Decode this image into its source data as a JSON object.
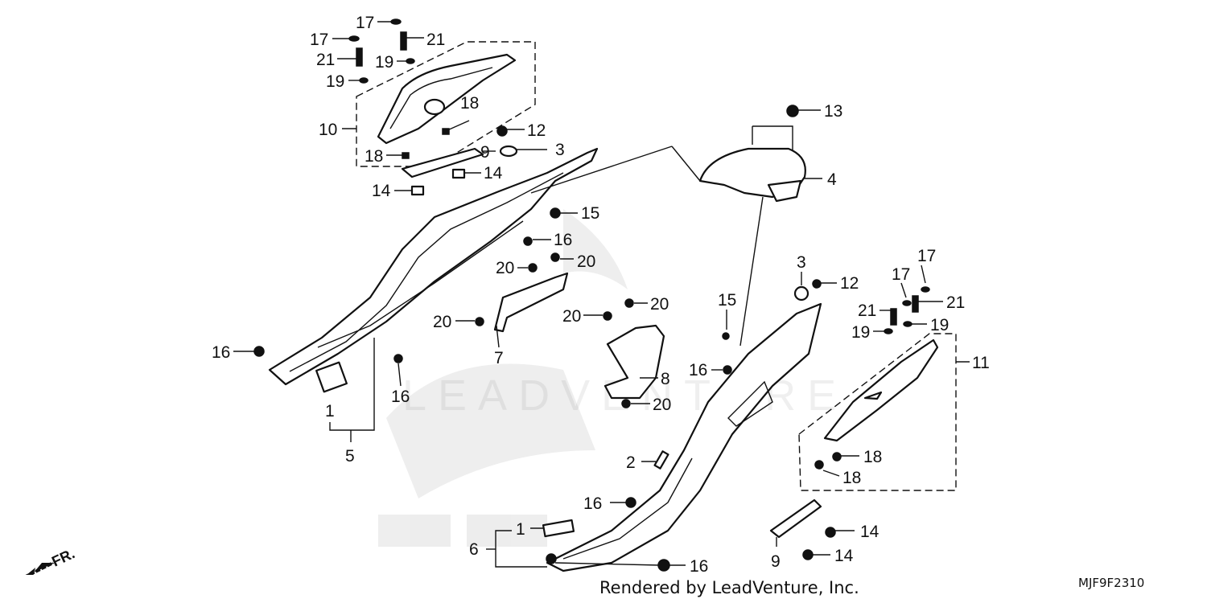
{
  "credit": "Rendered by LeadVenture, Inc.",
  "diagram_code": "MJF9F2310",
  "watermark": "LEADVENTURE",
  "direction_label": "FR.",
  "callouts": {
    "c17a": "17",
    "c17b": "17",
    "c21a": "21",
    "c21b": "21",
    "c19a": "19",
    "c19b": "19",
    "c10": "10",
    "c18a": "18",
    "c18b": "18",
    "c12a": "12",
    "c3a": "3",
    "c9a": "9",
    "c14a": "14",
    "c14b": "14",
    "c13": "13",
    "c4": "4",
    "c15a": "15",
    "c16a": "16",
    "c20a": "20",
    "c20b": "20",
    "c16b": "16",
    "c16c": "16",
    "c1a": "1",
    "c5": "5",
    "c20c": "20",
    "c7": "7",
    "c20d": "20",
    "c20e": "20",
    "c8": "8",
    "c20f": "20",
    "c3b": "3",
    "c12b": "12",
    "c15b": "15",
    "c16d": "16",
    "c17c": "17",
    "c17d": "17",
    "c21c": "21",
    "c21d": "21",
    "c19c": "19",
    "c19d": "19",
    "c11": "11",
    "c18c": "18",
    "c18d": "18",
    "c2": "2",
    "c16e": "16",
    "c1b": "1",
    "c6": "6",
    "c16f": "16",
    "c14c": "14",
    "c14d": "14",
    "c9b": "9"
  }
}
